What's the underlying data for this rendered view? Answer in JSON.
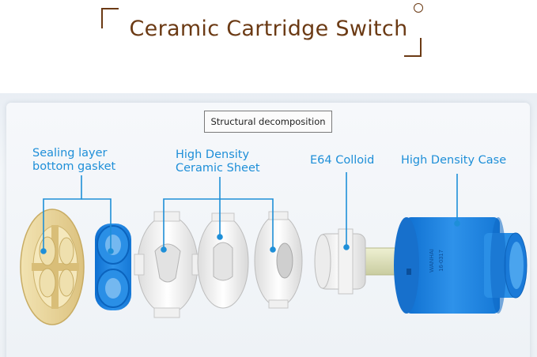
{
  "header": {
    "title": "Ceramic Cartridge Switch"
  },
  "diagram": {
    "caption": "Structural decomposition",
    "labels": {
      "sealing_line1": "Sealing layer",
      "sealing_line2": "bottom gasket",
      "ceramic_line1": "High Density",
      "ceramic_line2": "Ceramic Sheet",
      "colloid": "E64 Colloid",
      "case": "High Density Case"
    },
    "case_print": {
      "line1": "WANHAI",
      "line2": "16-0317"
    }
  },
  "colors": {
    "title_brown": "#6b3a14",
    "label_blue": "#1e8fd8",
    "gasket_yellow": "#e9d59a",
    "case_blue": "#1f86e0",
    "ceramic_white": "#f4f4f4"
  }
}
